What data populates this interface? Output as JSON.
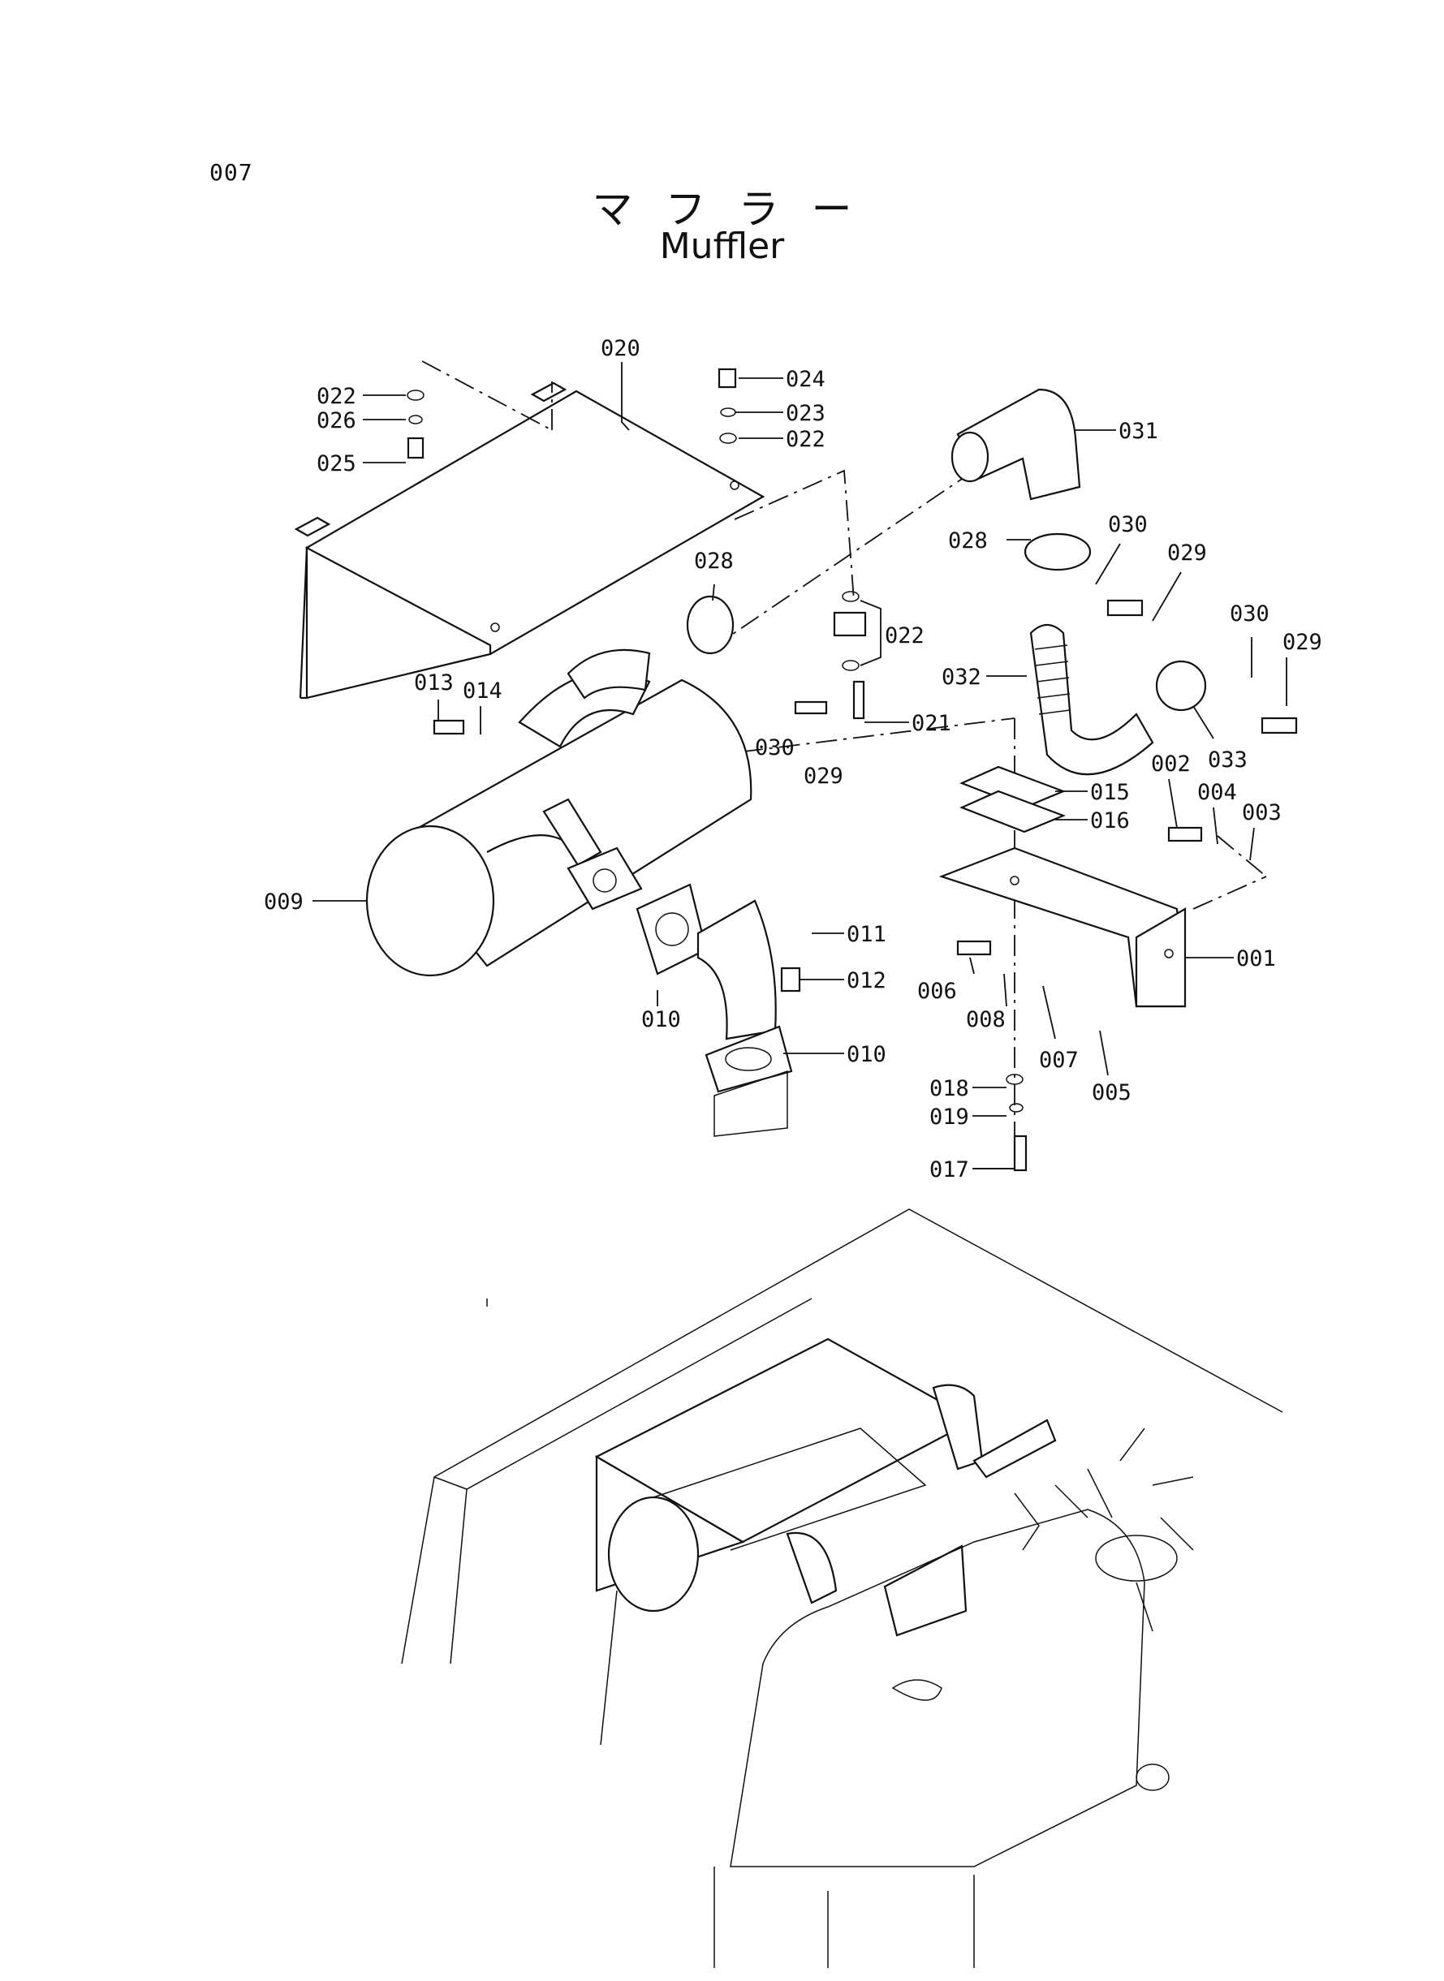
{
  "page_number": "007",
  "title_jp": "マフラー",
  "title_en": "Muffler",
  "part_labels": [
    "020",
    "022",
    "026",
    "025",
    "024",
    "023",
    "022",
    "031",
    "028",
    "030",
    "029",
    "028",
    "022",
    "032",
    "030",
    "029",
    "033",
    "013",
    "014",
    "030",
    "029",
    "021",
    "015",
    "016",
    "002",
    "004",
    "003",
    "009",
    "011",
    "012",
    "010",
    "010",
    "001",
    "006",
    "008",
    "007",
    "005",
    "018",
    "019",
    "017"
  ]
}
